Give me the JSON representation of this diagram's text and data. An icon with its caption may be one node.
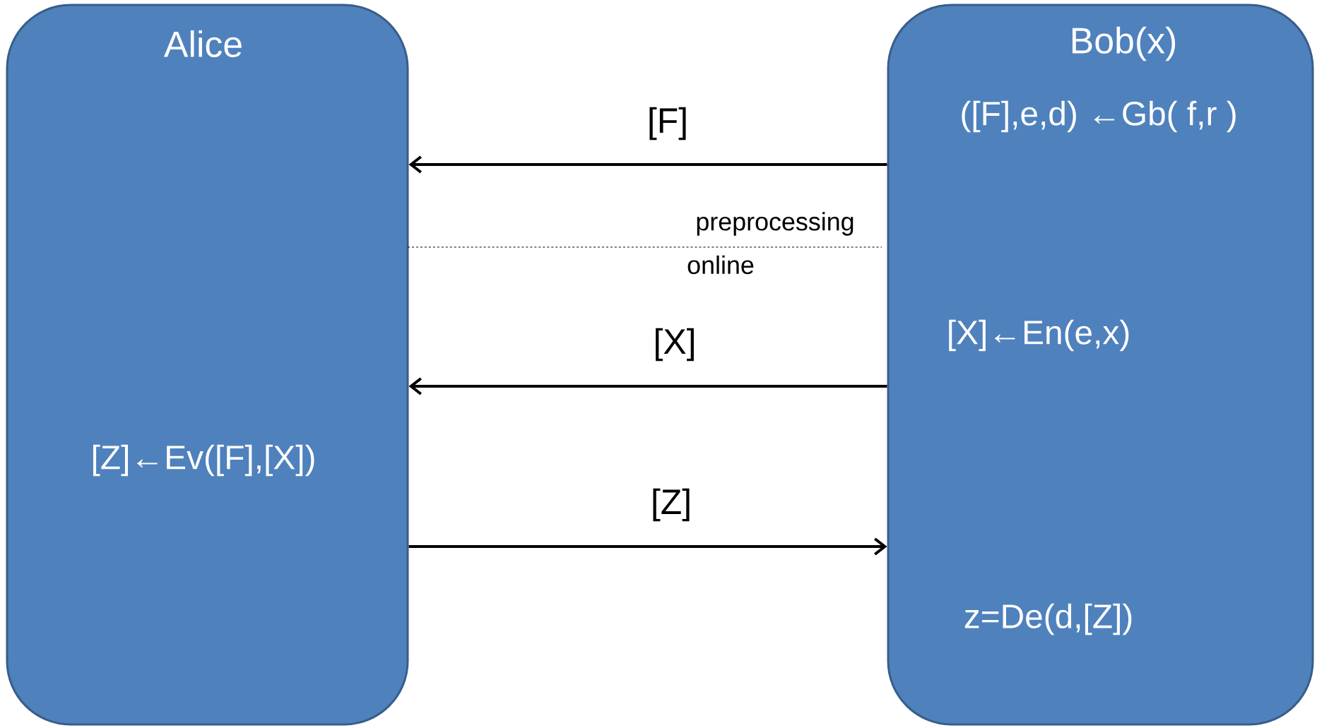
{
  "diagram": {
    "nodes": [
      {
        "text": [
          "Alice",
          "[Z]←Ev([F],[X])"
        ]
      },
      {
        "text": [
          "Bob(x)",
          "([F],e,d) ←Gb( f,r )",
          "[X]←En(e,x)",
          "z=De(d,[Z])"
        ]
      }
    ],
    "edges": [
      {
        "from": 1,
        "to": 0,
        "arrow": "to",
        "label": "[F]"
      },
      {
        "from": 1,
        "to": 0,
        "arrow": "to",
        "label": "[X]"
      },
      {
        "from": 0,
        "to": 1,
        "arrow": "to",
        "label": "[Z]"
      }
    ],
    "labels": [
      "preprocessing",
      "online"
    ]
  }
}
